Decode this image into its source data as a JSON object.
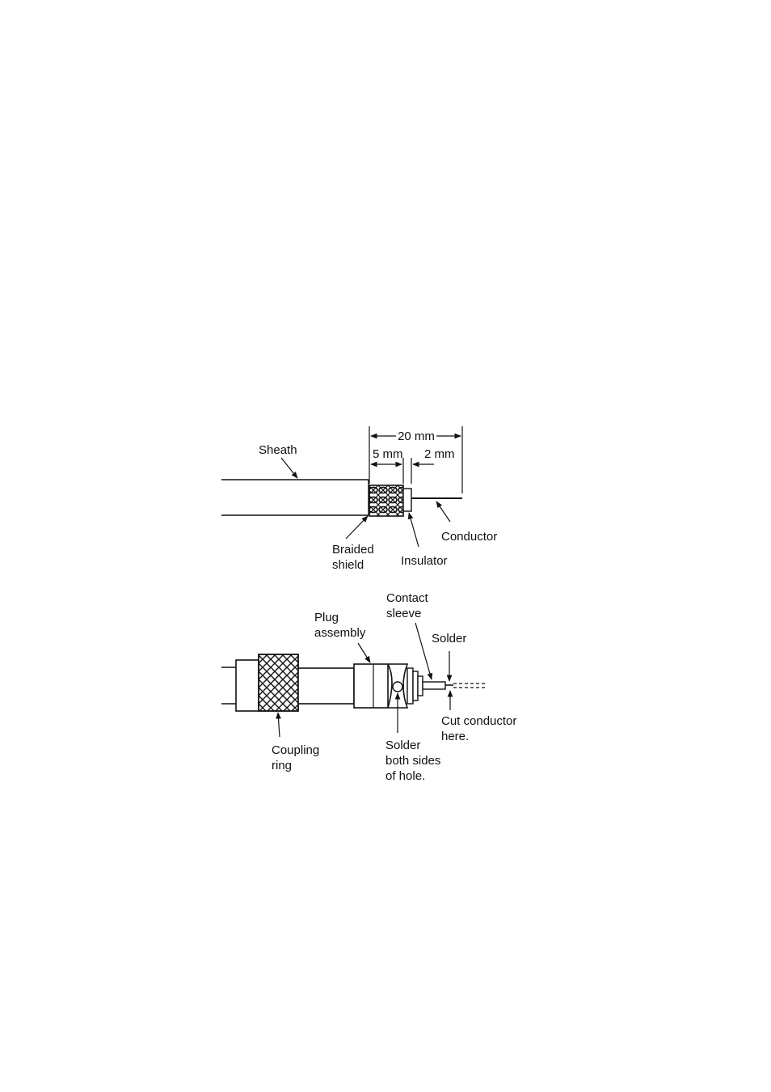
{
  "diagram": {
    "top": {
      "dim_total": "20 mm",
      "dim_braid": "5 mm",
      "dim_insulator": "2 mm",
      "label_sheath": "Sheath",
      "label_braided_shield": [
        "Braided",
        "shield"
      ],
      "label_insulator": "Insulator",
      "label_conductor": "Conductor"
    },
    "bottom": {
      "label_contact_sleeve": [
        "Contact",
        "sleeve"
      ],
      "label_plug_assembly": [
        "Plug",
        "assembly"
      ],
      "label_solder": "Solder",
      "label_cut_conductor": [
        "Cut conductor",
        "here."
      ],
      "label_coupling_ring": [
        "Coupling",
        "ring"
      ],
      "label_solder_hole": [
        "Solder",
        "both sides",
        "of hole."
      ]
    }
  },
  "colors": {
    "ink": "#111111",
    "background": "#ffffff"
  }
}
